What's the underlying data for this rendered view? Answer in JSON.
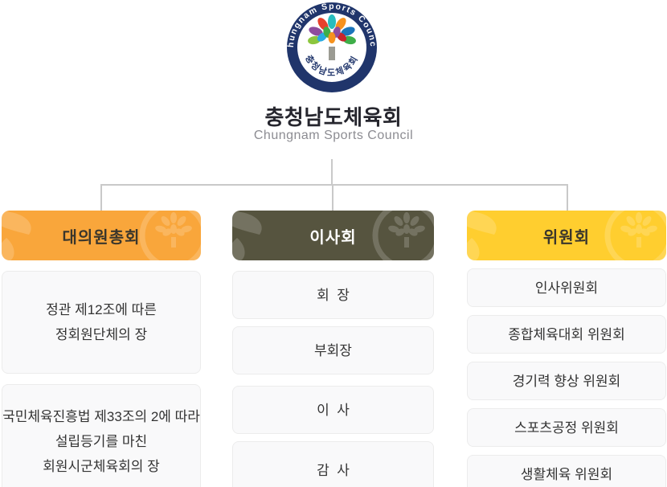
{
  "logo": {
    "ring_text_top": "Chungnam Sports Council",
    "ring_text_bottom": "충청남도체육회",
    "navy": "#20356B",
    "trunk_color": "#9B9B93",
    "petal_colors": [
      "#E8412C",
      "#F6921E",
      "#1B75BB",
      "#27BDBE",
      "#3FAE49",
      "#8CC63E",
      "#8E4D9E",
      "#C9252C",
      "#29ABE2"
    ]
  },
  "title": "충청남도체육회",
  "subtitle": "Chungnam Sports Council",
  "colors": {
    "connector_line": "#C9C9C9",
    "box_bg": "#F9F9FA",
    "box_border": "#ECECEC",
    "box_text": "#333333"
  },
  "columns": [
    {
      "id": "general-assembly",
      "header": "대의원총회",
      "accent": "#F9A63B",
      "header_text_color": "#3A362C",
      "items": [
        {
          "lines": [
            "정관 제12조에 따른",
            "정회원단체의 장"
          ]
        },
        {
          "lines": [
            "국민체육진흥법 제33조의 2에 따라",
            "설립등기를 마친",
            "회원시군체육회의 장"
          ]
        }
      ]
    },
    {
      "id": "board-of-directors",
      "header": "이사회",
      "accent": "#56543F",
      "header_text_color": "#FFFFFF",
      "items": [
        {
          "lines": [
            "회  장"
          ]
        },
        {
          "lines": [
            "부회장"
          ]
        },
        {
          "lines": [
            "이  사"
          ]
        },
        {
          "lines": [
            "감  사"
          ]
        }
      ]
    },
    {
      "id": "committees",
      "header": "위원회",
      "accent": "#FFCE2F",
      "header_text_color": "#3A362C",
      "items": [
        {
          "lines": [
            "인사위원회"
          ]
        },
        {
          "lines": [
            "종합체육대회 위원회"
          ]
        },
        {
          "lines": [
            "경기력 향상 위원회"
          ]
        },
        {
          "lines": [
            "스포츠공정 위원회"
          ]
        },
        {
          "lines": [
            "생활체육 위원회"
          ]
        }
      ]
    }
  ]
}
